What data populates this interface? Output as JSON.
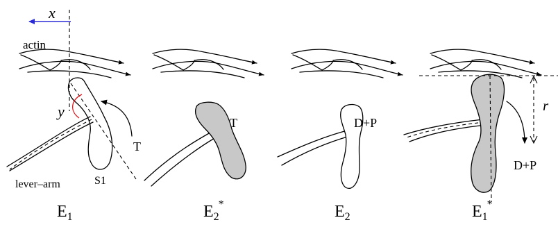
{
  "labels": {
    "x": "x",
    "y": "y",
    "r": "r",
    "actin": "actin",
    "lever_arm": "lever–arm",
    "s1": "S1",
    "t1": "T",
    "t2": "T",
    "dp3": "D+P",
    "dp4": "D+P"
  },
  "states": [
    {
      "base": "E",
      "sub": "1",
      "sup": ""
    },
    {
      "base": "E",
      "sub": "2",
      "sup": "*"
    },
    {
      "base": "E",
      "sub": "2",
      "sup": ""
    },
    {
      "base": "E",
      "sub": "1",
      "sup": "*"
    }
  ],
  "colors": {
    "x_axis": "#2b2bd6",
    "y_angle": "#e0161b",
    "bound_head_fill": "#c8c8c8"
  }
}
